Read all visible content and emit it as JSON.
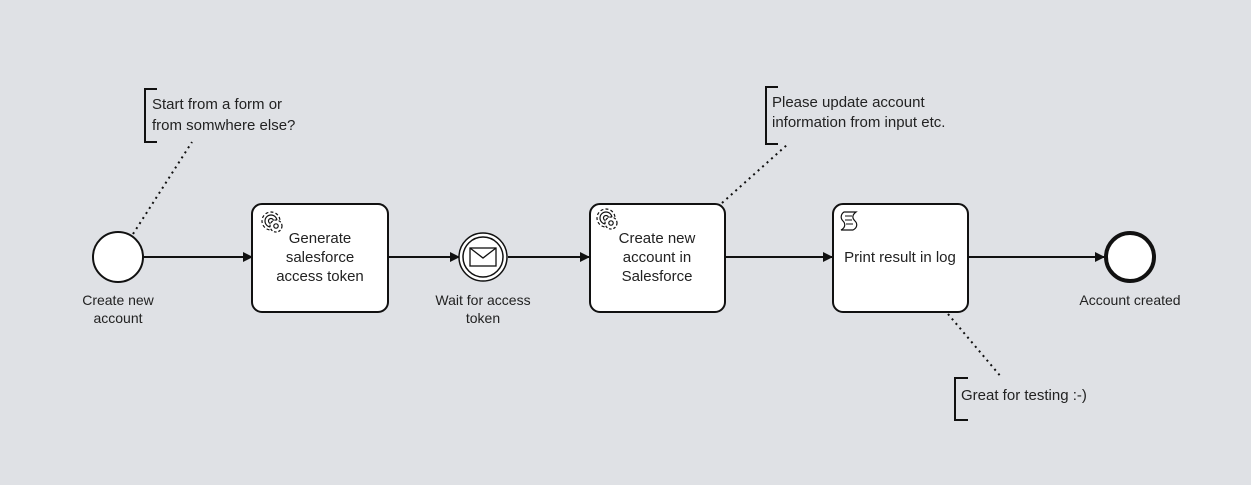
{
  "diagram": {
    "start_event": {
      "label_line1": "Create new",
      "label_line2": "account"
    },
    "task_generate": {
      "line1": "Generate",
      "line2": "salesforce",
      "line3": "access token"
    },
    "message_event": {
      "label_line1": "Wait for access",
      "label_line2": "token"
    },
    "task_create": {
      "line1": "Create new",
      "line2": "account in",
      "line3": "Salesforce"
    },
    "task_print": {
      "line1": "Print result in log"
    },
    "end_event": {
      "label_line1": "Account created"
    },
    "annotation_start": {
      "line1": "Start from a form or",
      "line2": "from somwhere else?"
    },
    "annotation_update": {
      "line1": "Please update account",
      "line2": "information from input etc."
    },
    "annotation_testing": {
      "line1": "Great for testing :-)"
    }
  },
  "colors": {
    "background": "#dfe1e5",
    "stroke": "#111111",
    "fill": "#ffffff"
  },
  "icons": [
    "gear-icon",
    "envelope-icon",
    "script-icon"
  ]
}
